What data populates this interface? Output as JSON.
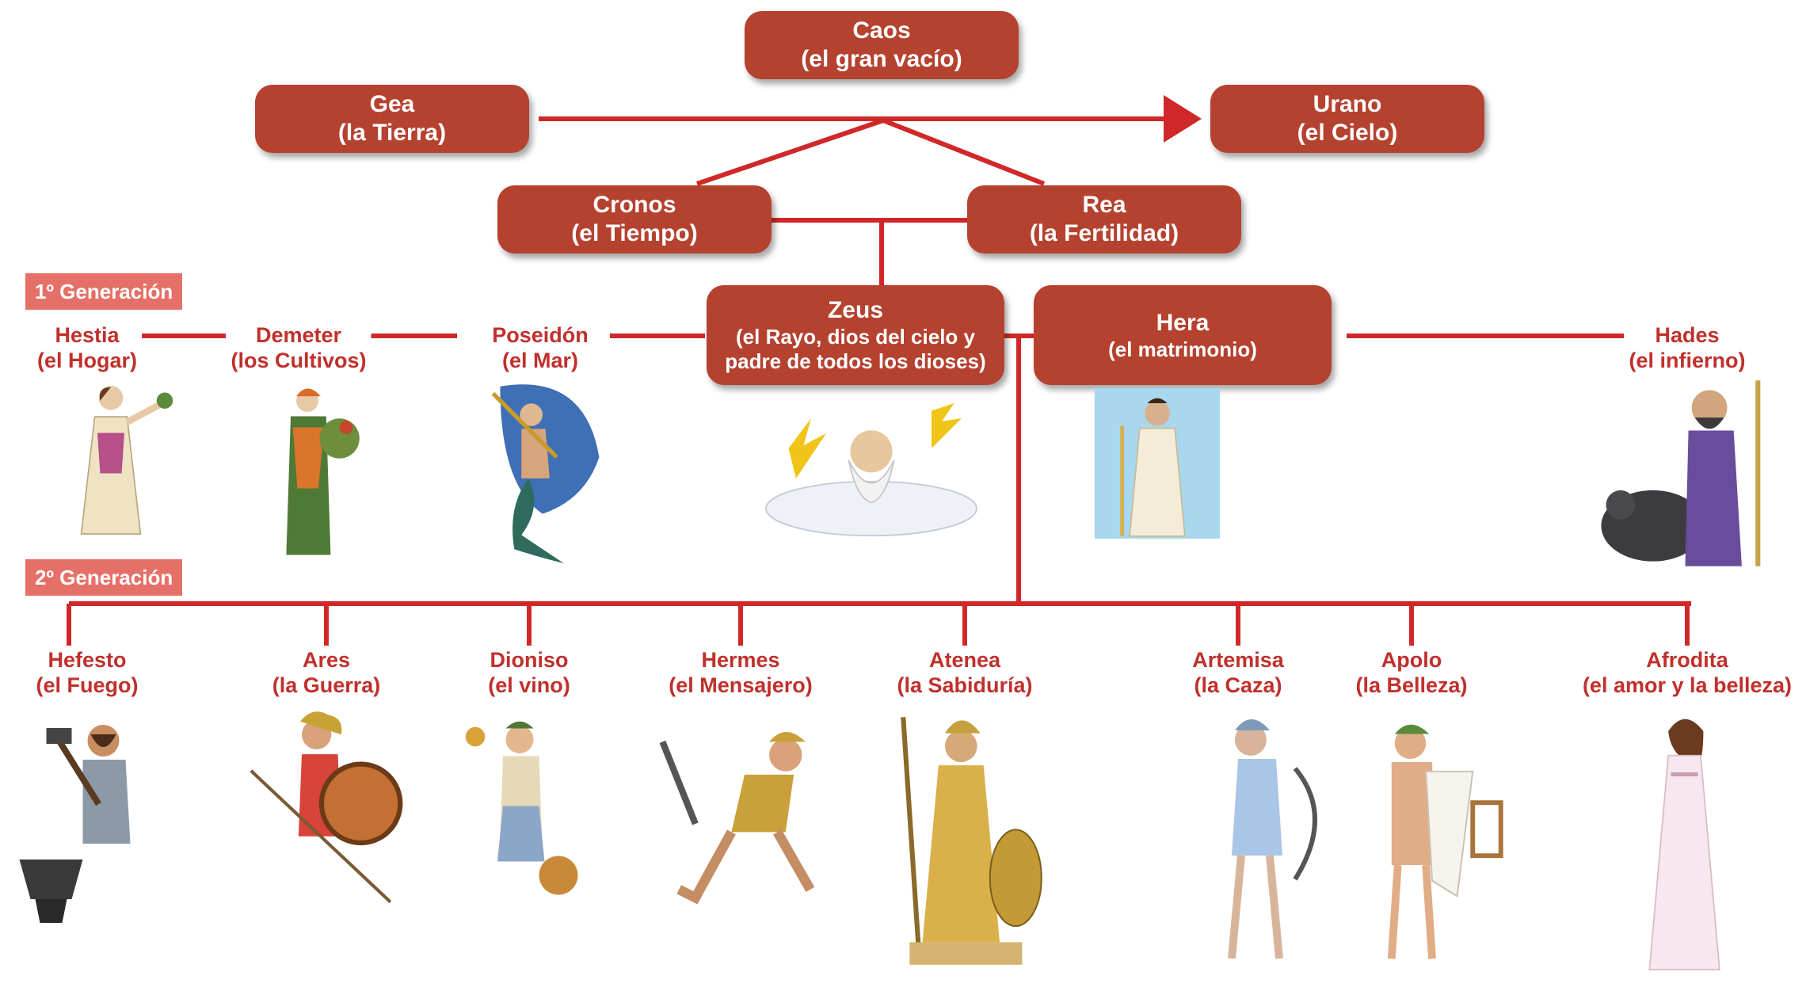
{
  "top": {
    "caos": {
      "name": "Caos",
      "desc": "(el gran vacío)"
    },
    "gea": {
      "name": "Gea",
      "desc": "(la Tierra)"
    },
    "urano": {
      "name": "Urano",
      "desc": "(el Cielo)"
    },
    "cronos": {
      "name": "Cronos",
      "desc": "(el Tiempo)"
    },
    "rea": {
      "name": "Rea",
      "desc": "(la Fertilidad)"
    },
    "zeus": {
      "name": "Zeus",
      "desc1": "(el Rayo, dios del cielo y",
      "desc2": "padre de todos los dioses)"
    },
    "hera": {
      "name": "Hera",
      "desc": "(el matrimonio)"
    }
  },
  "generations": {
    "first": "1º Generación",
    "second": "2º Generación"
  },
  "first_gen": [
    {
      "name": "Hestia",
      "desc": "(el Hogar)"
    },
    {
      "name": "Demeter",
      "desc": "(los Cultivos)"
    },
    {
      "name": "Poseidón",
      "desc": "(el Mar)"
    },
    {
      "name": "Hades",
      "desc": "(el infierno)"
    }
  ],
  "second_gen": [
    {
      "name": "Hefesto",
      "desc": "(el Fuego)"
    },
    {
      "name": "Ares",
      "desc": "(la Guerra)"
    },
    {
      "name": "Dioniso",
      "desc": "(el vino)"
    },
    {
      "name": "Hermes",
      "desc": "(el Mensajero)"
    },
    {
      "name": "Atenea",
      "desc": "(la Sabiduría)"
    },
    {
      "name": "Artemisa",
      "desc": "(la Caza)"
    },
    {
      "name": "Apolo",
      "desc": "(la Belleza)"
    },
    {
      "name": "Afrodita",
      "desc": "(el amor y la belleza)"
    }
  ],
  "colors": {
    "box": "#b5412f",
    "line": "#d02828",
    "label": "#c0302c",
    "gen_badge": "#e57067"
  }
}
